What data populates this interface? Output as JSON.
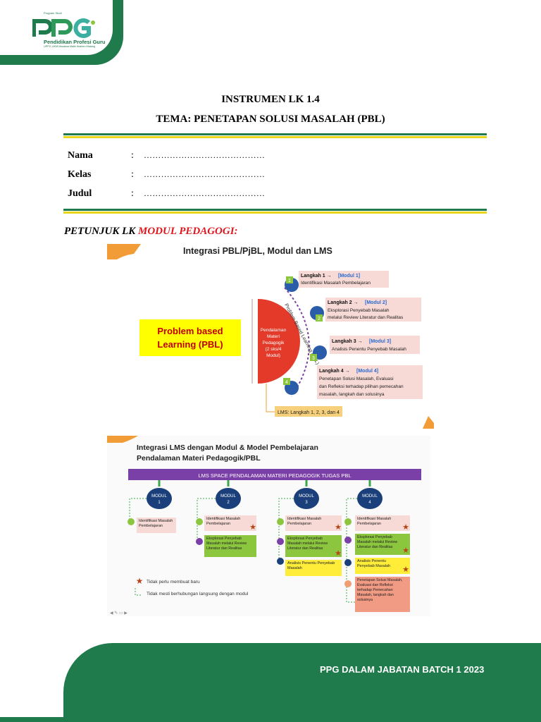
{
  "logo": {
    "small": "Program Studi",
    "name": "Pendidikan Profesi Guru",
    "sub": "UPPG UKM Maulana Malik Ibrahim Malang"
  },
  "title": {
    "line1": "INSTRUMEN LK 1.4",
    "line2": "TEMA: PENETAPAN SOLUSI MASALAH (PBL)"
  },
  "fields": [
    {
      "label": "Nama",
      "colon": ":",
      "value": "……………………………………"
    },
    {
      "label": "Kelas",
      "colon": ":",
      "value": "……………………………………"
    },
    {
      "label": "Judul",
      "colon": ":",
      "value": "……………………………………"
    }
  ],
  "instruction": {
    "prefix": "PETUNJUK LK ",
    "highlight": "MODUL PEDAGOGI:"
  },
  "figure1": {
    "title": "Integrasi PBL/PjBL, Modul dan LMS",
    "pbl_label": "Problem based Learning (PBL)",
    "half_circle_text": [
      "Pendalaman",
      "Materi",
      "Pedagogik",
      "(2 sks/4",
      "Modul)"
    ],
    "arc_label": "Problem Based Learning (PBL)",
    "steps": [
      {
        "num": "1",
        "head": "Langkah 1 →",
        "module": "[Modul 1]",
        "desc": [
          "Identifikasi Masalah Pembelajaran"
        ]
      },
      {
        "num": "2",
        "head": "Langkah 2 →",
        "module": "[Modul 2]",
        "desc": [
          "Eksplorasi Penyebab Masalah",
          "melalui Review Literatur dan Realitas"
        ]
      },
      {
        "num": "3",
        "head": "Langkah 3 →",
        "module": "[Modul 3]",
        "desc": [
          "Analisis Penentu Penyebab Masalah"
        ]
      },
      {
        "num": "4",
        "head": "Langkah 4 →",
        "module": "[Modul 4]",
        "desc": [
          "Penetapan Solusi Masalah, Evaluasi",
          "dan Refleksi terhadap pilihan pemecahan",
          "masalah, langkah dan solusinya"
        ]
      }
    ],
    "lms_label": "LMS: Langkah 1, 2, 3, dan 4"
  },
  "figure2": {
    "title1": "Integrasi LMS dengan Modul & Model Pembelajaran",
    "title2": "Pendalaman Materi Pedagogik/PBL",
    "banner": "LMS SPACE PENDALAMAN MATERI PEDAGOGIK TUGAS PBL",
    "modules": [
      {
        "name": "MODUL",
        "num": "1"
      },
      {
        "name": "MODUL",
        "num": "2"
      },
      {
        "name": "MODUL",
        "num": "3"
      },
      {
        "name": "MODUL",
        "num": "4"
      }
    ],
    "items": {
      "identifikasi": "Identifikasi Masalah Pembelajaran",
      "eksplorasi": "Eksplorasi Penyebab Masalah melalui Review Literatur dan Realitas",
      "analisis": "Analisis Penentu Penyebab Masalah",
      "penetapan": "Penetapan Solusi Masalah, Evaluasi dan Refleksi terhadap Pemecahan Masalah, langkah dan solusinya"
    },
    "legend": {
      "star": "Tidak perlu membuat baru",
      "dashed": "Tidak mesti berhubungan langsung dengan modul"
    },
    "nav": "◀ ✎ ▭ ▶"
  },
  "footer": {
    "text": "PPG DALAM JABATAN BATCH 1 2023"
  },
  "colors": {
    "green": "#1f7a4c",
    "yellow": "#e8d61a",
    "red": "#e0161d",
    "purple": "#7b3fa8",
    "pink_box": "#f7d9d5",
    "green_box": "#8cc63f"
  }
}
